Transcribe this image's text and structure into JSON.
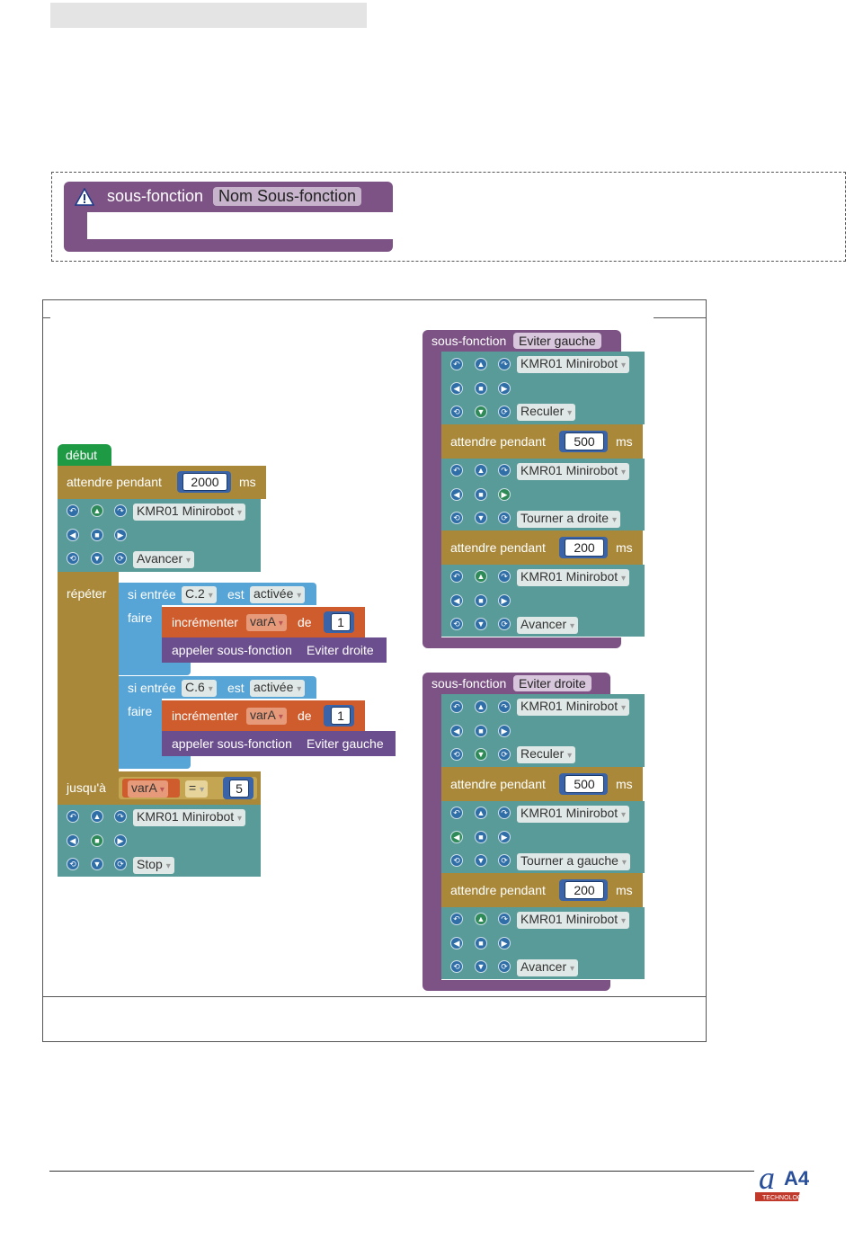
{
  "header": {
    "blank_bar": ""
  },
  "subfunction_template": {
    "keyword": "sous-fonction",
    "name": "Nom Sous-fonction"
  },
  "main_program": {
    "start": "début",
    "wait1": {
      "label": "attendre pendant",
      "value": "2000",
      "unit": "ms"
    },
    "robot1": {
      "model": "KMR01 Minirobot",
      "action": "Avancer"
    },
    "repeat": {
      "label": "répéter",
      "until": "jusqu'à"
    },
    "if1": {
      "si": "si entrée",
      "input": "C.2",
      "est": "est",
      "state": "activée",
      "faire": "faire",
      "incr": "incrémenter",
      "var": "varA",
      "de": "de",
      "amount": "1",
      "call": "appeler sous-fonction",
      "callee": "Eviter droite"
    },
    "if2": {
      "si": "si entrée",
      "input": "C.6",
      "est": "est",
      "state": "activée",
      "faire": "faire",
      "incr": "incrémenter",
      "var": "varA",
      "de": "de",
      "amount": "1",
      "call": "appeler sous-fonction",
      "callee": "Eviter gauche"
    },
    "cond": {
      "var": "varA",
      "op": "=",
      "value": "5"
    },
    "robot2": {
      "model": "KMR01 Minirobot",
      "action": "Stop"
    }
  },
  "sub_left": {
    "keyword": "sous-fonction",
    "name": "Eviter gauche",
    "robot1": {
      "model": "KMR01 Minirobot",
      "action": "Reculer"
    },
    "wait1": {
      "label": "attendre pendant",
      "value": "500",
      "unit": "ms"
    },
    "robot2": {
      "model": "KMR01 Minirobot",
      "action": "Tourner a droite"
    },
    "wait2": {
      "label": "attendre pendant",
      "value": "200",
      "unit": "ms"
    },
    "robot3": {
      "model": "KMR01 Minirobot",
      "action": "Avancer"
    }
  },
  "sub_right": {
    "keyword": "sous-fonction",
    "name": "Eviter droite",
    "robot1": {
      "model": "KMR01 Minirobot",
      "action": "Reculer"
    },
    "wait1": {
      "label": "attendre pendant",
      "value": "500",
      "unit": "ms"
    },
    "robot2": {
      "model": "KMR01 Minirobot",
      "action": "Tourner a gauche"
    },
    "wait2": {
      "label": "attendre pendant",
      "value": "200",
      "unit": "ms"
    },
    "robot3": {
      "model": "KMR01 Minirobot",
      "action": "Avancer"
    }
  },
  "dropdown_arrow": "▾",
  "logo": {
    "letters": "A4",
    "tagline": "TECHNOLOGIE"
  },
  "colors": {
    "purple": "#7d5385",
    "teal": "#599b98",
    "gold": "#a9883a",
    "green": "#1e9a45",
    "orange": "#cf5c2c",
    "blue": "#57a4d6",
    "violet": "#6b4e8e"
  }
}
